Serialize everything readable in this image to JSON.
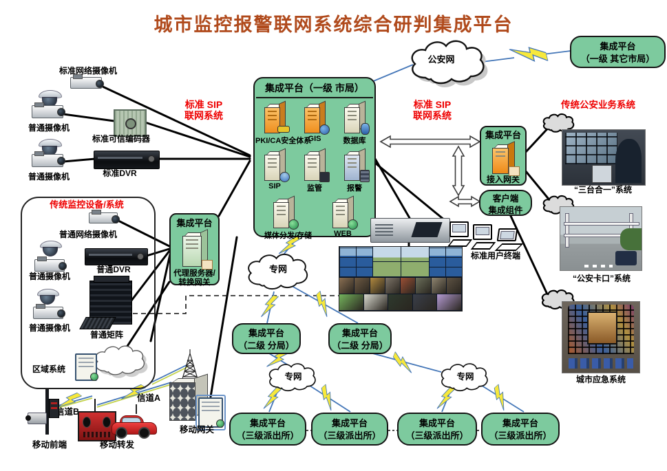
{
  "title": "城市监控报警联网系统综合研判集成平台",
  "colors": {
    "title": "#b04a1c",
    "platform_green": "#7dca9e",
    "red_label": "#ee0000",
    "bolt_yellow": "#f7e83b",
    "line_blue": "#4577b8"
  },
  "clouds": {
    "police_net": "公安网",
    "private_net_1": "专网",
    "private_net_2": "专网",
    "private_net_3": "专网"
  },
  "peer_platform": {
    "line1": "集成平台",
    "line2": "（一级 其它市局）"
  },
  "city_platform": {
    "title": "集成平台（一级 市局）",
    "servers": [
      {
        "label": "PKI/CA安全体系",
        "icon": "pki-ca-server-icon",
        "emblem": "key",
        "tone": "orange"
      },
      {
        "label": "GIS",
        "icon": "gis-server-icon",
        "emblem": "globe",
        "tone": "orange"
      },
      {
        "label": "数据库",
        "icon": "database-server-icon",
        "emblem": "db",
        "tone": "cream"
      },
      {
        "label": "SIP",
        "icon": "sip-server-icon",
        "emblem": "person",
        "tone": "cream"
      },
      {
        "label": "监管",
        "icon": "supervision-server-icon",
        "emblem": "monitor",
        "tone": "cream"
      },
      {
        "label": "报警",
        "icon": "alarm-server-icon",
        "emblem": "stack",
        "tone": "blue"
      },
      {
        "label": "媒体分发/存储",
        "icon": "media-server-icon",
        "emblem": "globe2",
        "tone": "cream"
      },
      {
        "label": "WEB",
        "icon": "web-server-icon",
        "emblem": "globe2",
        "tone": "cream"
      }
    ]
  },
  "sip_label_left": {
    "line1": "标准 SIP",
    "line2": "联网系统"
  },
  "sip_label_right": {
    "line1": "标准 SIP",
    "line2": "联网系统"
  },
  "standard_devices": {
    "net_camera": "标准网络摄像机",
    "camera1": "普通摄像机",
    "encoder": "标准可信编码器",
    "camera2": "普通摄像机",
    "dvr": "标准DVR"
  },
  "legacy_box": {
    "title": "传统监控设备/系统",
    "net_camera": "普通网络摄像机",
    "camera1": "普通摄像机",
    "dvr": "普通DVR",
    "camera2": "普通摄像机",
    "matrix": "普通矩阵",
    "region_system": "区域系统"
  },
  "proxy_platform": {
    "title": "集成平台",
    "line1": "代理服务器/",
    "line2": "转换网关"
  },
  "gateway_platform": {
    "title": "集成平台",
    "sub": "接入网关"
  },
  "client_component": {
    "line1": "客户端",
    "line2": "集成组件"
  },
  "legacy_police_title": "传统公安业务系统",
  "photos": {
    "p1": "“三台合一”系统",
    "p2": "“公安卡口”系统",
    "p3": "城市应急系统"
  },
  "terminals_label": "标准用户终端",
  "branch_platforms": [
    {
      "line1": "集成平台",
      "line2": "（二级 分局）"
    },
    {
      "line1": "集成平台",
      "line2": "（二级 分局）"
    }
  ],
  "station_platforms": [
    {
      "line1": "集成平台",
      "line2": "（三级派出所）"
    },
    {
      "line1": "集成平台",
      "line2": "（三级派出所）"
    },
    {
      "line1": "集成平台",
      "line2": "（三级派出所）"
    },
    {
      "line1": "集成平台",
      "line2": "（三级派出所）"
    }
  ],
  "mobile": {
    "gateway": "移动网关",
    "channel_a": "信道A",
    "channel_b": "信道B",
    "front_end": "移动前端",
    "relay": "移动转发"
  },
  "video_wall": {
    "band2": [
      "#8a6f52",
      "#6e5a43",
      "#b0893f",
      "#7d7468",
      "#9b4f35",
      "#6b6f5a",
      "#8f8570",
      "#5d5243"
    ],
    "band3": [
      "#74b35c",
      "#d9d9cf",
      "#2e3a2e",
      "#3a3f4a",
      "#b49ad1"
    ]
  }
}
